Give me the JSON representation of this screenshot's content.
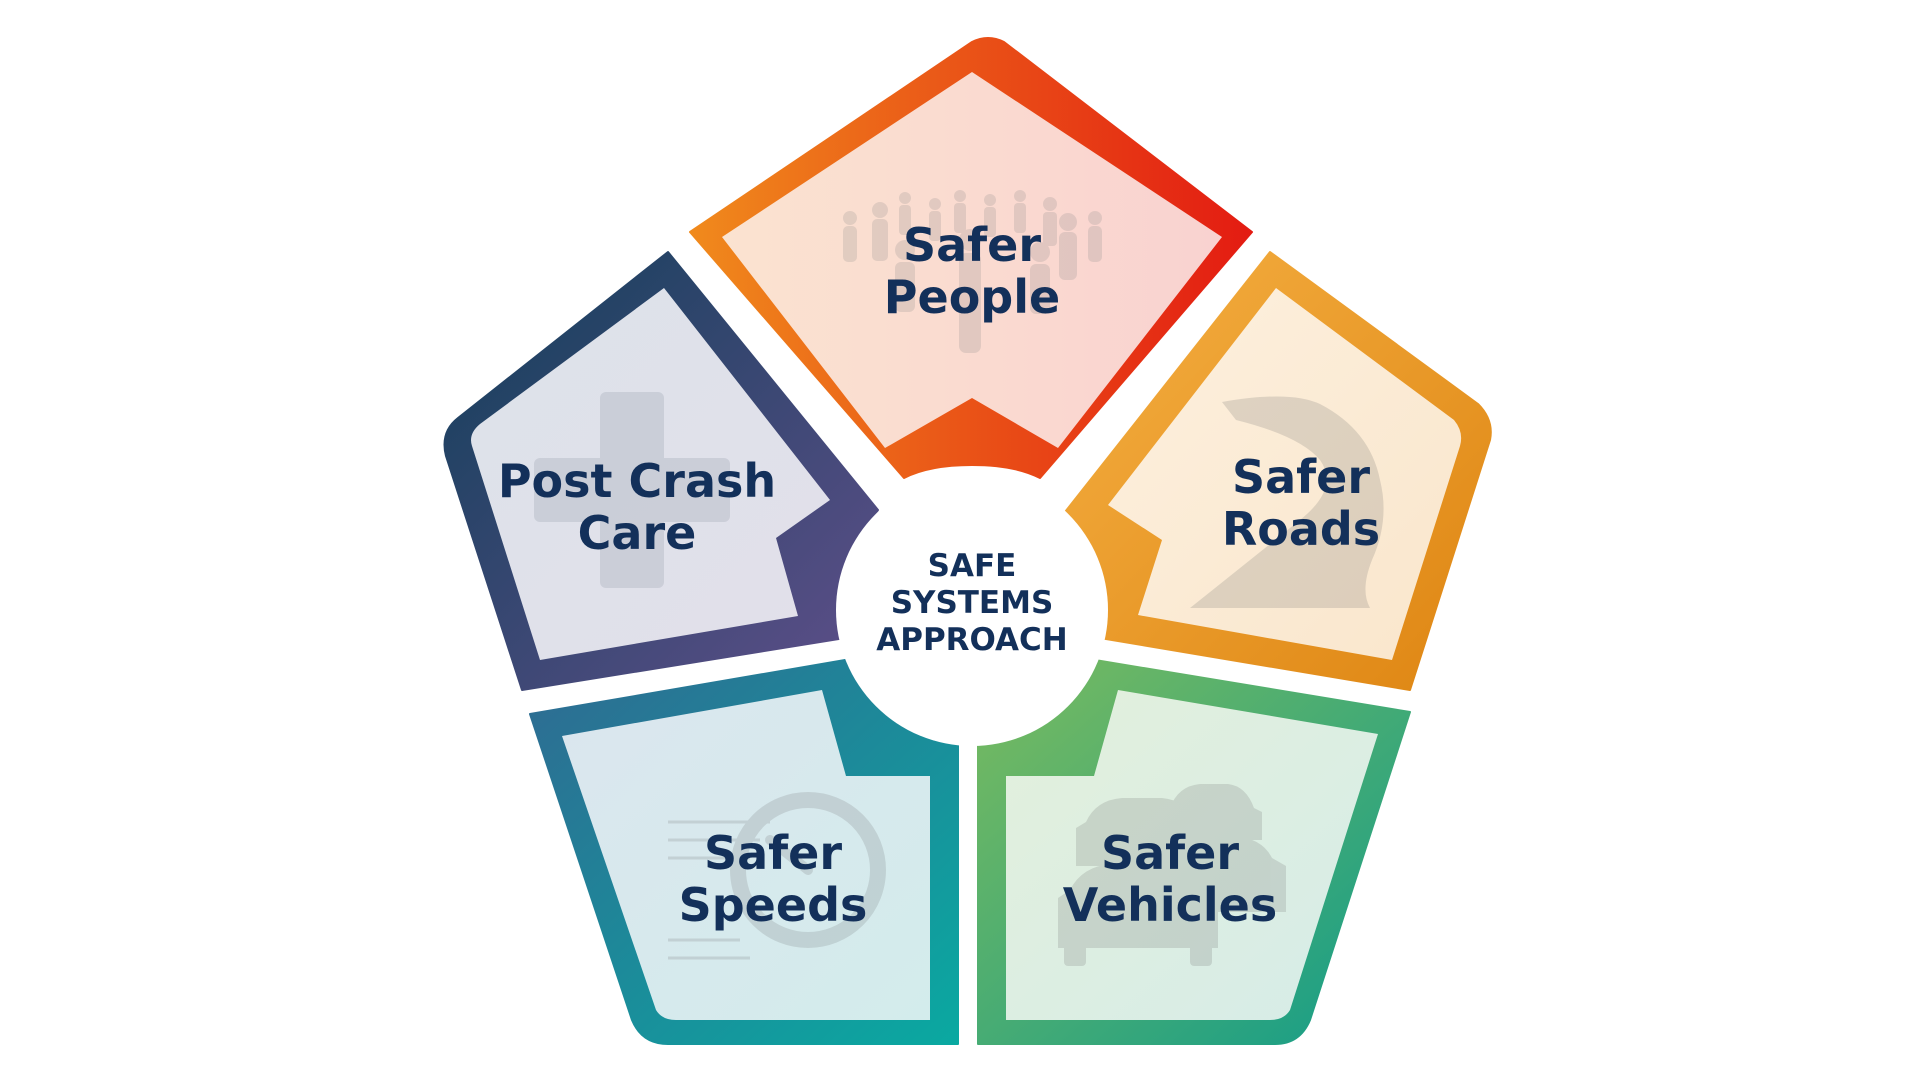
{
  "diagram": {
    "center": {
      "line1": "SAFE",
      "line2": "SYSTEMS",
      "line3": "APPROACH"
    },
    "segments": [
      {
        "key": "people",
        "line1": "Safer",
        "line2": "People",
        "icon": "crowd-icon",
        "colors": [
          "#f08a1c",
          "#e31b12"
        ]
      },
      {
        "key": "roads",
        "line1": "Safer",
        "line2": "Roads",
        "icon": "road-icon",
        "colors": [
          "#f4a83a",
          "#de8410"
        ]
      },
      {
        "key": "vehicles",
        "line1": "Safer",
        "line2": "Vehicles",
        "icon": "cars-icon",
        "colors": [
          "#7dbb5c",
          "#129c8a"
        ]
      },
      {
        "key": "speeds",
        "line1": "Safer",
        "line2": "Speeds",
        "icon": "speedometer-icon",
        "colors": [
          "#2d6f94",
          "#0da7a0"
        ]
      },
      {
        "key": "postcrash",
        "line1": "Post Crash",
        "line2": "Care",
        "icon": "medical-cross-icon",
        "colors": [
          "#183f5c",
          "#5c4f86"
        ]
      }
    ]
  }
}
